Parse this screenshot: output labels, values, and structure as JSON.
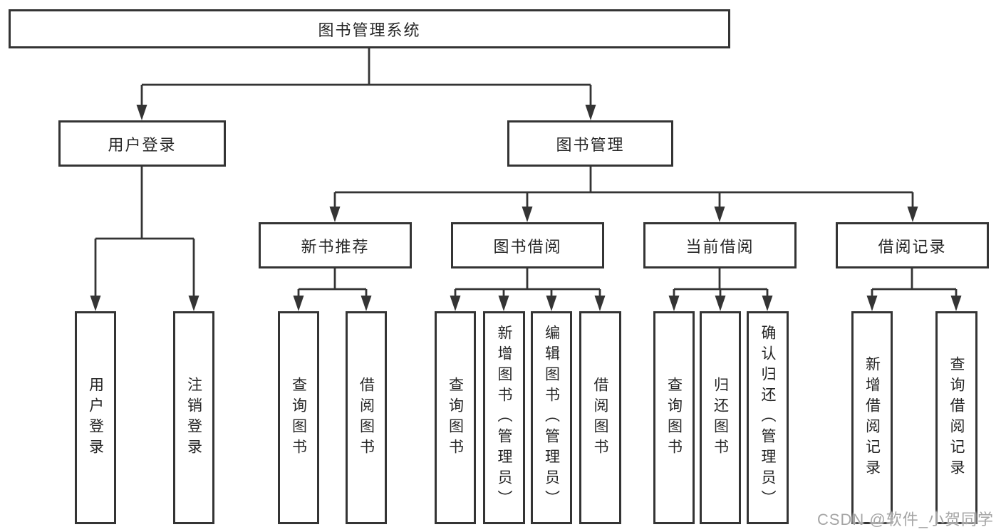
{
  "diagram": {
    "type": "hierarchy-tree",
    "colors": {
      "background": "#ffffff",
      "box_border": "#343434",
      "connector_line": "#343434",
      "text": "#262626",
      "watermark": "#a5a5a5"
    }
  },
  "tree": {
    "label": "图书管理系统",
    "children": [
      {
        "label": "用户登录",
        "children": [
          {
            "label": "用户登录"
          },
          {
            "label": "注销登录"
          }
        ]
      },
      {
        "label": "图书管理",
        "children": [
          {
            "label": "新书推荐",
            "children": [
              {
                "label": "查询图书"
              },
              {
                "label": "借阅图书"
              }
            ]
          },
          {
            "label": "图书借阅",
            "children": [
              {
                "label": "查询图书"
              },
              {
                "label": "新增图书（管理员）"
              },
              {
                "label": "编辑图书（管理员）"
              },
              {
                "label": "借阅图书"
              }
            ]
          },
          {
            "label": "当前借阅",
            "children": [
              {
                "label": "查询图书"
              },
              {
                "label": "归还图书"
              },
              {
                "label": "确认归还（管理员）"
              }
            ]
          },
          {
            "label": "借阅记录",
            "children": [
              {
                "label": "新增借阅记录"
              },
              {
                "label": "查询借阅记录"
              }
            ]
          }
        ]
      }
    ]
  },
  "watermark": {
    "text": "CSDN @软件_小贺同学"
  }
}
